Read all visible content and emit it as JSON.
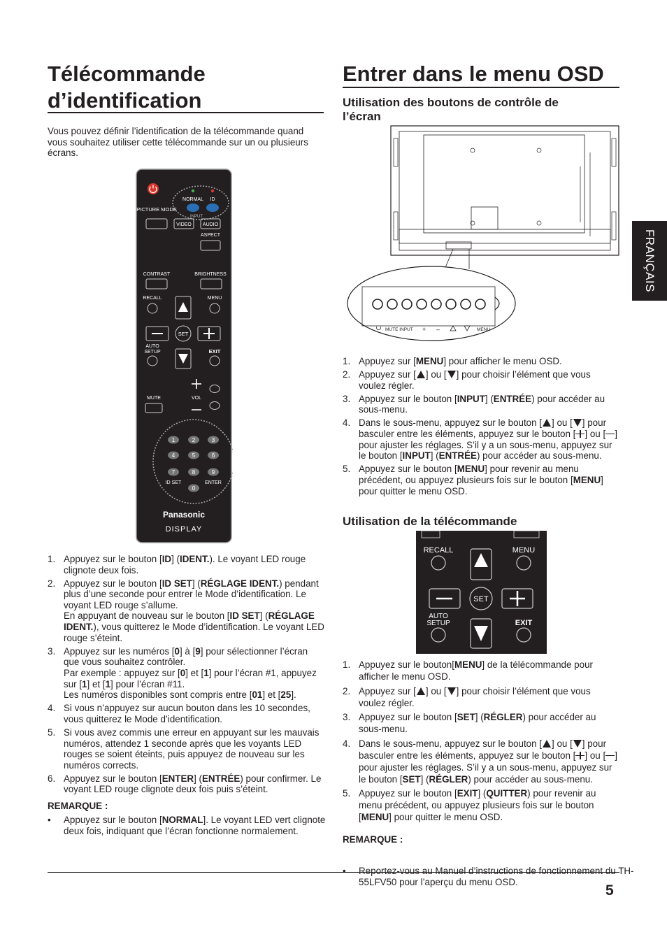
{
  "side_tab": "FRANÇAIS",
  "page_number": "5",
  "left": {
    "title_line1": "Télécommande",
    "title_line2": "d’identification",
    "intro": "Vous pouvez définir l’identification de la télécommande quand vous souhaitez utiliser cette télécommande sur un ou plusieurs écrans.",
    "remote": {
      "picture_mode": "PICTURE MODE",
      "normal": "NORMAL",
      "id": "ID",
      "input": "INPUT",
      "video": "VIDEO",
      "audio": "AUDIO",
      "aspect": "ASPECT",
      "contrast": "CONTRAST",
      "brightness": "BRIGHTNESS",
      "recall": "RECALL",
      "menu": "MENU",
      "set": "SET",
      "auto": "AUTO",
      "setup": "SETUP",
      "exit": "EXIT",
      "mute": "MUTE",
      "vol": "VOL",
      "keys": [
        "1",
        "2",
        "3",
        "4",
        "5",
        "6",
        "7",
        "8",
        "9"
      ],
      "id_set": "ID SET",
      "enter": "ENTER",
      "zero": "0",
      "brand": "Panasonic",
      "display": "DISPLAY"
    },
    "steps": [
      {
        "n": "1.",
        "t": "Appuyez sur le bouton [<b>ID</b>] (<b>IDENT.</b>). Le voyant LED rouge clignote deux fois."
      },
      {
        "n": "2.",
        "t": "Appuyez sur le bouton [<b>ID SET</b>] (<b>RÉGLAGE IDENT.</b>) pendant plus d’une seconde pour entrer le Mode d’identification. Le voyant LED rouge s’allume.<br>En appuyant de nouveau sur le bouton [<b>ID SET</b>] (<b>RÉGLAGE IDENT.</b>), vous quitterez le Mode d’identification. Le voyant LED rouge s’éteint."
      },
      {
        "n": "3.",
        "t": "Appuyez sur les numéros [<b>0</b>] à [<b>9</b>] pour sélectionner l’écran que vous souhaitez contrôler.<br>Par exemple : appuyez sur [<b>0</b>] et [<b>1</b>] pour l’écran #1, appuyez sur [<b>1</b>] et [<b>1</b>] pour l’écran #11.<br>Les numéros disponibles sont compris entre [<b>01</b>] et [<b>25</b>]."
      },
      {
        "n": "4.",
        "t": "Si vous n’appuyez sur aucun bouton dans les 10 secondes, vous quitterez le Mode d’identification."
      },
      {
        "n": "5.",
        "t": "Si vous avez commis une erreur en appuyant sur les mauvais numéros, attendez 1 seconde après que les voyants LED rouges se soient éteints, puis appuyez de nouveau sur les numéros corrects."
      },
      {
        "n": "6.",
        "t": "Appuyez sur le bouton [<b>ENTER</b>] (<b>ENTRÉE</b>) pour confirmer. Le voyant LED rouge clignote deux fois puis s’éteint."
      }
    ],
    "note_heading": "REMARQUE :",
    "note": "Appuyez sur le bouton [<b>NORMAL</b>]. Le voyant LED vert clignote deux fois, indiquant que l’écran fonctionne normalement.",
    "bullet": "•"
  },
  "right": {
    "title": "Entrer dans le menu OSD",
    "sub1_line1": "Utilisation des boutons de contrôle de",
    "sub1_line2": "l’écran",
    "panel": {
      "mute_input": "MUTE INPUT",
      "plus": "+",
      "minus": "–",
      "menu": "MENU"
    },
    "steps1": [
      {
        "n": "1.",
        "t": "Appuyez sur [<b>MENU</b>] pour afficher le menu OSD."
      },
      {
        "n": "2.",
        "t": "Appuyez sur [<span class='up'></span>] ou [<span class='dn'></span>] pour choisir l’élément que vous voulez régler."
      },
      {
        "n": "3.",
        "t": "Appuyez sur le bouton [<b>INPUT</b>] (<b>ENTRÉE</b>) pour accéder au sous-menu."
      },
      {
        "n": "4.",
        "t": "Dans le sous-menu, appuyez sur le bouton [<span class='up'></span>] ou [<span class='dn'></span>] pour basculer entre les éléments, appuyez sur le bouton [<span class='pl'></span>] ou [<span class='mi'></span>] pour ajuster les réglages. S’il y a un sous-menu, appuyez sur le bouton [<b>INPUT</b>] (<b>ENTRÉE</b>) pour accéder au sous-menu."
      },
      {
        "n": "5.",
        "t": "Appuyez sur le bouton [<b>MENU</b>] pour revenir au menu précédent, ou appuyez plusieurs fois sur le bouton [<b>MENU</b>] pour quitter le menu OSD."
      }
    ],
    "sub2": "Utilisation de la télécommande",
    "crop": {
      "recall": "RECALL",
      "menu": "MENU",
      "set": "SET",
      "auto": "AUTO",
      "setup": "SETUP",
      "exit": "EXIT"
    },
    "steps2": [
      {
        "n": "1.",
        "t": "Appuyez sur le bouton[<b>MENU</b>] de la télécommande pour afficher le menu OSD."
      },
      {
        "n": "2.",
        "t": "Appuyez sur [<span class='up'></span>] ou [<span class='dn'></span>] pour choisir l’élément que vous voulez régler."
      },
      {
        "n": "3.",
        "t": "Appuyez sur le bouton [<b>SET</b>] (<b>RÉGLER</b>) pour accéder au sous-menu."
      },
      {
        "n": "4.",
        "t": "Dans le sous-menu, appuyez sur le bouton [<span class='up'></span>] ou [<span class='dn'></span>] pour basculer entre les éléments, appuyez sur le bouton [<span class='pl'></span>] ou [<span class='mi'></span>] pour ajuster les réglages. S’il y a un sous-menu, appuyez sur le bouton [<b>SET</b>] (<b>RÉGLER</b>) pour accéder au sous-menu."
      },
      {
        "n": "5.",
        "t": "Appuyez sur le bouton [<b>EXIT</b>] (<b>QUITTER</b>) pour revenir au menu précédent, ou appuyez plusieurs fois sur le bouton [<b>MENU</b>] pour quitter le menu OSD."
      }
    ],
    "note_heading": "REMARQUE :",
    "note": "Reportez-vous au Manuel d’instructions de fonctionnement du TH-55LFV50 pour l’aperçu du menu OSD.",
    "bullet": "•"
  }
}
